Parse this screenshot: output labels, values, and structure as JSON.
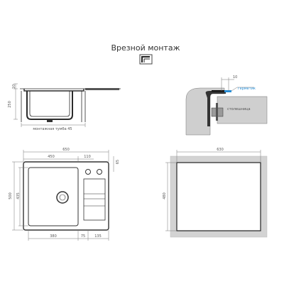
{
  "title": "Врезной монтаж",
  "icon": "flush-mount-icon",
  "side_view": {
    "dims": {
      "top_offset": "10",
      "depth": "250"
    },
    "caption": "монтажная тумба 45"
  },
  "detail_view": {
    "dims": {
      "gap": "10"
    },
    "labels": {
      "sealant": "герметик",
      "countertop": "столешница"
    },
    "colors": {
      "sealant": "#2a8fd6",
      "countertop": "#cfcfcf"
    }
  },
  "top_view": {
    "dims": {
      "width": "650",
      "bowl_width": "450",
      "right_offset": "110",
      "corner": "65",
      "height": "500",
      "bowl_height": "435",
      "bottom_bowl": "380",
      "bottom_gap": "75",
      "bottom_right": "135"
    }
  },
  "cutout_view": {
    "dims": {
      "width": "630",
      "height": "480"
    }
  }
}
